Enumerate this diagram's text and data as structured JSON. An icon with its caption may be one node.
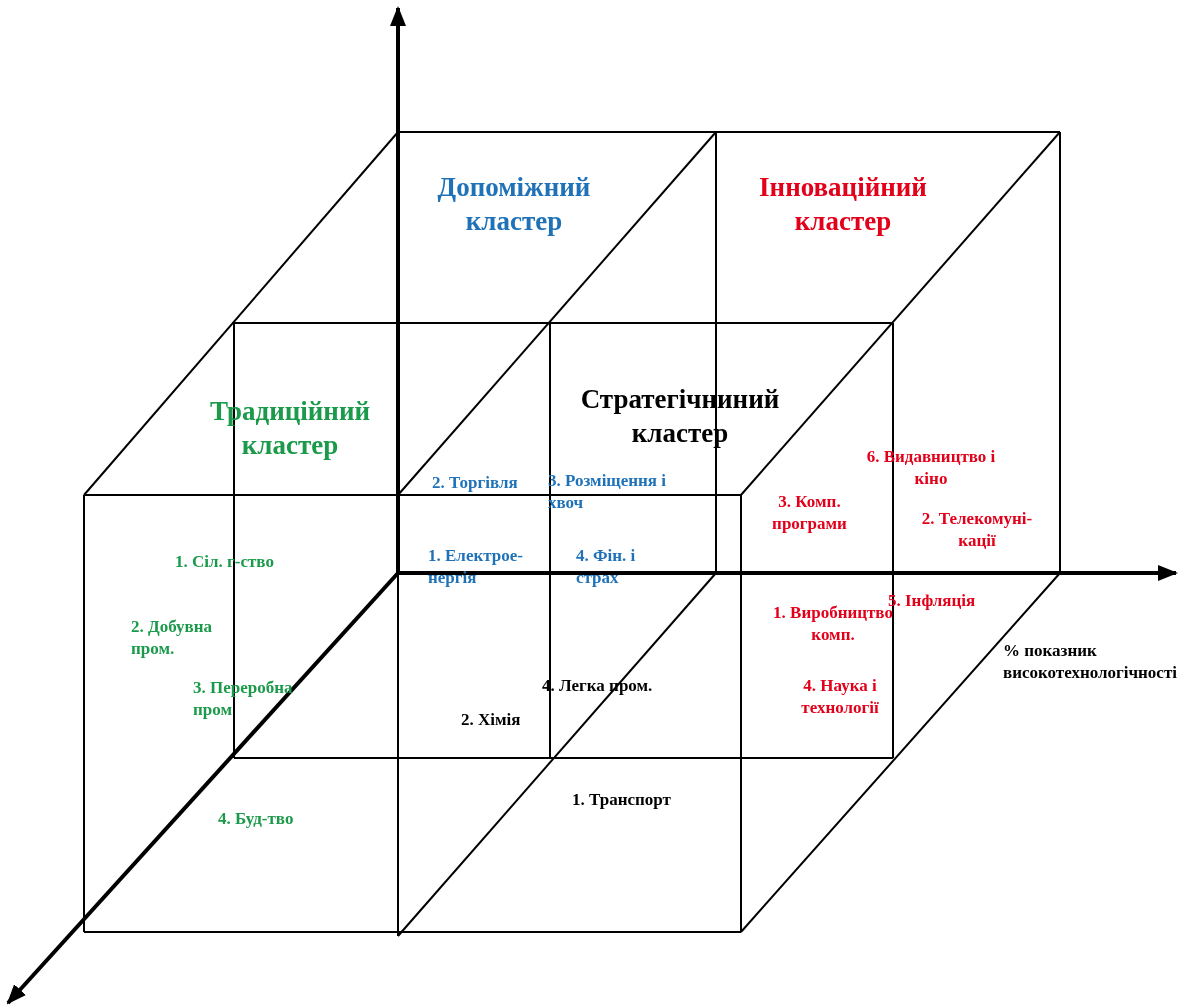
{
  "diagram": {
    "labels": [
      "Допоміжний кластер",
      "Інноваційний кластер",
      "Традиційний кластер",
      "Стратегічниний кластер",
      "2. Торгівля",
      "3. Розміщення і хвоч",
      "6. Видавництво і кіно",
      "3. Комп. програми",
      "2. Телекомуні- кації",
      "1. Сіл. г-ство",
      "1. Електрое- нергія",
      "4. Фін. і страх",
      "5. Інфляція",
      "1. Виробництво комп.",
      "2. Добувна пром.",
      "% показник високотехнологічності",
      "3. Переробна пром",
      "4. Легка пром.",
      "4. Наука і технології",
      "2. Хімія",
      "1. Транспорт",
      "4. Буд-тво"
    ]
  }
}
